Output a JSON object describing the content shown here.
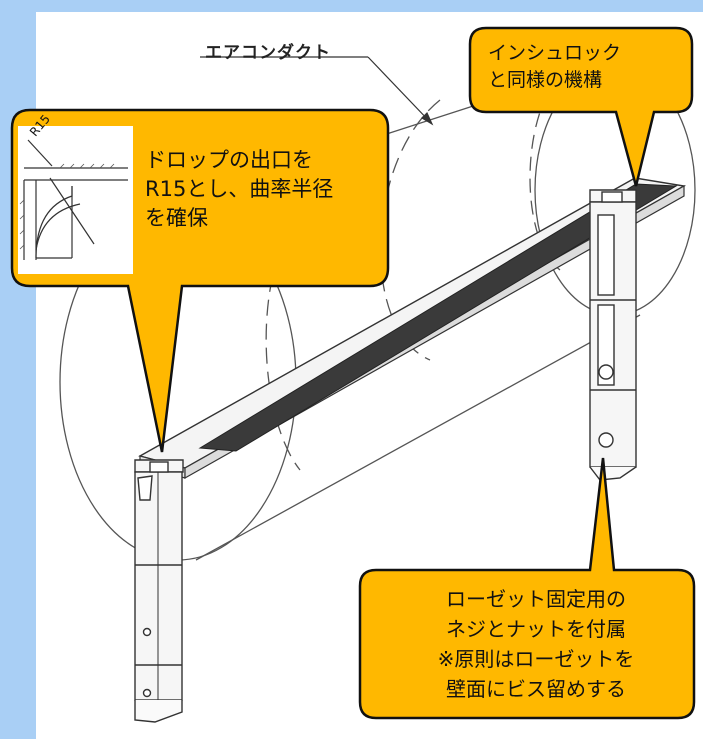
{
  "duct_label": "エアコンダクト",
  "callouts": {
    "left": "ドロップの出口を\nR15とし、曲率半径\nを確保",
    "top_right": "インシュロック\nと同様の機構",
    "bottom_right": "ローゼット固定用の\nネジとナットを付属\n※原則はローゼットを\n壁面にビス留めする"
  },
  "inset_label": "R15",
  "colors": {
    "background": "#a9cff5",
    "callout_fill": "#ffb800",
    "callout_stroke": "#111111",
    "line": "#333333"
  }
}
